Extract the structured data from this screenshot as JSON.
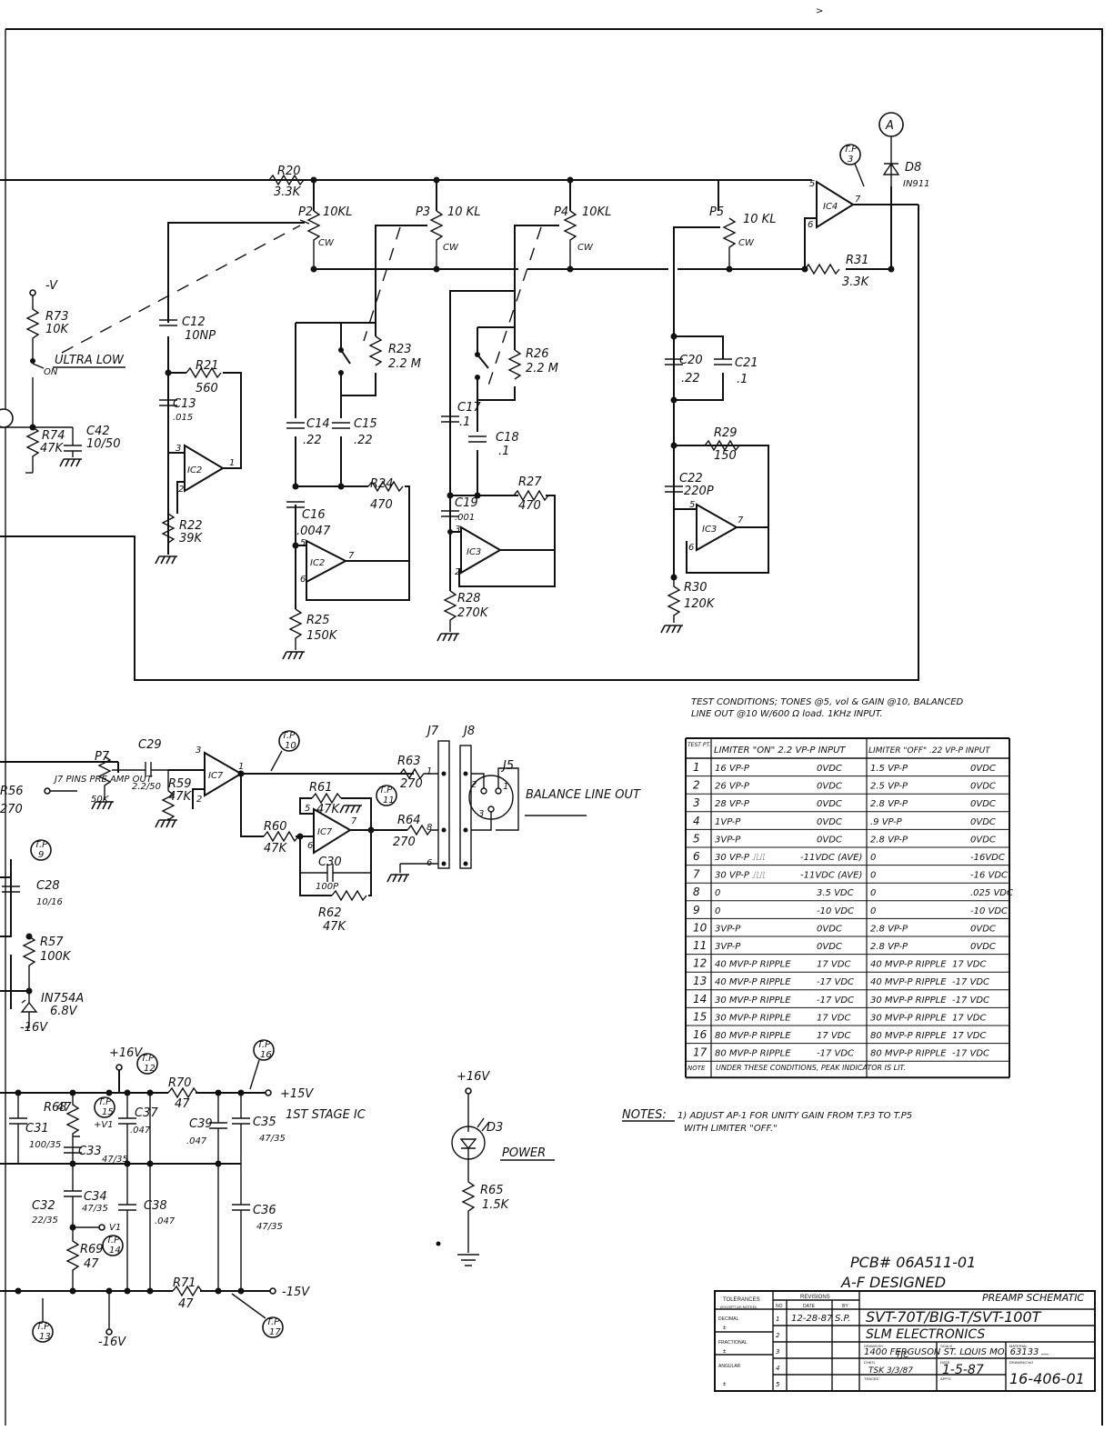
{
  "sheet": {
    "page_marker": ">",
    "node_marker": "A"
  },
  "components": {
    "r20": [
      "R20",
      "3.3K"
    ],
    "p2": [
      "P2",
      "10KL",
      "CW"
    ],
    "p3": [
      "P3",
      "10 KL",
      "CW"
    ],
    "p4": [
      "P4",
      "10KL",
      "CW"
    ],
    "p5": [
      "P5",
      "10 KL",
      "CW"
    ],
    "ic4": "IC4",
    "d8": [
      "D8",
      "IN911"
    ],
    "r31": [
      "R31",
      "3.3K"
    ],
    "r73": [
      "R73",
      "10K"
    ],
    "neg_v": "-V",
    "ultra_low": "ULTRA LOW",
    "on": "ON",
    "c12": [
      "C12",
      "10NP"
    ],
    "r21": [
      "R21",
      "560"
    ],
    "c13": [
      "C13",
      ".015"
    ],
    "ic2": "IC2",
    "r22": [
      "R22",
      "39K"
    ],
    "r74": [
      "R74",
      "47K"
    ],
    "c42": [
      "C42",
      "10/50"
    ],
    "r23": [
      "R23",
      "2.2 M"
    ],
    "c14": [
      "C14",
      ".22"
    ],
    "c15": [
      "C15",
      ".22"
    ],
    "r24": [
      "R24",
      "470"
    ],
    "c16": [
      "C16",
      ".0047"
    ],
    "ic2b": "IC2",
    "r25": [
      "R25",
      "150K"
    ],
    "r26": [
      "R26",
      "2.2 M"
    ],
    "c17": [
      "C17",
      ".1"
    ],
    "c18": [
      "C18",
      ".1"
    ],
    "r27": [
      "R27",
      "470"
    ],
    "c19": [
      "C19",
      ".001"
    ],
    "ic3": "IC3",
    "r28": [
      "R28",
      "270K"
    ],
    "c20": [
      "C20",
      ".22"
    ],
    "c21": [
      "C21",
      ".1"
    ],
    "r29": [
      "R29",
      "150"
    ],
    "c22": [
      "C22",
      "220P"
    ],
    "ic3b": "IC3",
    "r30": [
      "R30",
      "120K"
    ],
    "p7": [
      "P7",
      "50K"
    ],
    "c29": [
      "C29",
      "2.2/50"
    ],
    "r59": [
      "R59",
      "47K"
    ],
    "j7_pins": "J7 PINS PRE AMP OUT",
    "ic7": "IC7",
    "r61": [
      "R61",
      "47K"
    ],
    "r60": [
      "R60",
      "47K"
    ],
    "ic7b": "IC7",
    "c30": [
      "C30",
      "100P"
    ],
    "r62": [
      "R62",
      "47K"
    ],
    "r63": [
      "R63",
      "270"
    ],
    "r64": [
      "R64",
      "270"
    ],
    "j7": "J7",
    "j8": "J8",
    "j5": "J5",
    "balance_out": "BALANCE LINE OUT",
    "r56_partial": "R56",
    "r_270_partial": "270",
    "c28": [
      "C28",
      "10/16"
    ],
    "r57": [
      "R57",
      "100K"
    ],
    "d_zener": [
      "IN754A",
      "6.8V"
    ],
    "neg16_a": "-16V",
    "plus16v": "+16V",
    "r68": [
      "R68",
      "47"
    ],
    "c31": [
      "C31",
      "100/35"
    ],
    "c33": [
      "C33",
      "47/35"
    ],
    "c37": [
      "C37",
      ".047"
    ],
    "r70": [
      "R70",
      "47"
    ],
    "c39": [
      "C39",
      ".047"
    ],
    "c35": [
      "C35",
      "47/35"
    ],
    "plus15v": "+15V",
    "first_stage": "1ST STAGE IC",
    "plus_v1": "+V1",
    "c34": [
      "C34",
      "47/35"
    ],
    "c32": [
      "C32",
      "22/35"
    ],
    "v1": "V1",
    "c38": [
      "C38",
      ".047"
    ],
    "c36": [
      "C36",
      "47/35"
    ],
    "r69": [
      "R69",
      "47"
    ],
    "r71": [
      "R71",
      "47"
    ],
    "minus15v": "-15V",
    "minus16v": "-16V",
    "d3_supply": "+16V",
    "d3": "D3",
    "power": "POWER",
    "r65": [
      "R65",
      "1.5K"
    ]
  },
  "test_points": [
    {
      "id": "tp3",
      "label": "T.P",
      "num": "3"
    },
    {
      "id": "tp9",
      "label": "T.P",
      "num": "9"
    },
    {
      "id": "tp10",
      "label": "T.P",
      "num": "10"
    },
    {
      "id": "tp11",
      "label": "T.P",
      "num": "11"
    },
    {
      "id": "tp12",
      "label": "T.P",
      "num": "12"
    },
    {
      "id": "tp13",
      "label": "T.P",
      "num": "13"
    },
    {
      "id": "tp14",
      "label": "T.P",
      "num": "14"
    },
    {
      "id": "tp15",
      "label": "T.P",
      "num": "15"
    },
    {
      "id": "tp16",
      "label": "T.P",
      "num": "16"
    },
    {
      "id": "tp17",
      "label": "T.P",
      "num": "17"
    }
  ],
  "test_conditions": {
    "line1": "TEST CONDITIONS; TONES @5, vol & GAIN @10, BALANCED",
    "line2": "LINE OUT @10 W/600 Ω load. 1KHz INPUT."
  },
  "test_table": {
    "headers": [
      "TEST PT.",
      "LIMITER \"ON\" 2.2 VP-P INPUT",
      "LIMITER \"OFF\" .22 VP-P INPUT"
    ],
    "rows": [
      [
        "1",
        "16 VP-P",
        "0VDC",
        "1.5 VP-P",
        "0VDC"
      ],
      [
        "2",
        "26 VP-P",
        "0VDC",
        "2.5 VP-P",
        "0VDC"
      ],
      [
        "3",
        "28 VP-P",
        "0VDC",
        "2.8 VP-P",
        "0VDC"
      ],
      [
        "4",
        "1VP-P",
        "0VDC",
        ".9 VP-P",
        "0VDC"
      ],
      [
        "5",
        "3VP-P",
        "0VDC",
        "2.8 VP-P",
        "0VDC"
      ],
      [
        "6",
        "30 VP-P ⎍⎍",
        "-11VDC (AVE)",
        "0",
        "-16VDC"
      ],
      [
        "7",
        "30 VP-P ⎍⎍",
        "-11VDC (AVE)",
        "0",
        "-16 VDC"
      ],
      [
        "8",
        "0",
        "3.5 VDC",
        "0",
        ".025 VDC"
      ],
      [
        "9",
        "0",
        "-10 VDC",
        "0",
        "-10 VDC"
      ],
      [
        "10",
        "3VP-P",
        "0VDC",
        "2.8 VP-P",
        "0VDC"
      ],
      [
        "11",
        "3VP-P",
        "0VDC",
        "2.8 VP-P",
        "0VDC"
      ],
      [
        "12",
        "40 MVP-P RIPPLE",
        "17 VDC",
        "40 MVP-P RIPPLE",
        "17 VDC"
      ],
      [
        "13",
        "40 MVP-P RIPPLE",
        "-17 VDC",
        "40 MVP-P RIPPLE",
        "-17 VDC"
      ],
      [
        "14",
        "30 MVP-P RIPPLE",
        "-17 VDC",
        "30 MVP-P RIPPLE",
        "-17 VDC"
      ],
      [
        "15",
        "30 MVP-P RIPPLE",
        "17 VDC",
        "30 MVP-P RIPPLE",
        "17 VDC"
      ],
      [
        "16",
        "80 MVP-P RIPPLE",
        "17 VDC",
        "80 MVP-P RIPPLE",
        "17 VDC"
      ],
      [
        "17",
        "80 MVP-P RIPPLE",
        "-17 VDC",
        "80 MVP-P RIPPLE",
        "-17 VDC"
      ]
    ],
    "note_label": "NOTE",
    "note_text": "UNDER THESE CONDITIONS, PEAK INDICATOR IS LIT."
  },
  "notes": {
    "label": "NOTES:",
    "line1": "1) ADJUST AP-1 FOR UNITY GAIN FROM T.P3 TO T.P5",
    "line2": "WITH LIMITER \"OFF.\""
  },
  "pcb": {
    "number": "PCB# 06A511-01",
    "designed": "A-F DESIGNED"
  },
  "title_block": {
    "tolerances": "TOLERANCES",
    "except": "(EXCEPT AS NOTED)",
    "decimal": "DECIMAL",
    "fractional": "FRACTIONAL",
    "angular": "ANGULAR",
    "pm": "±",
    "revisions": "REVISIONS",
    "rev_no": "NO",
    "rev_date": "DATE",
    "rev_by": "BY",
    "rev_rows": [
      [
        "1",
        "12-28-87",
        "S.P."
      ],
      [
        "2",
        "",
        ""
      ],
      [
        "3",
        "",
        ""
      ],
      [
        "4",
        "",
        ""
      ],
      [
        "5",
        "",
        ""
      ]
    ],
    "title_small": "PREAMP SCHEMATIC",
    "title_main": "SVT-70T/BIG-T/SVT-100T",
    "company": "SLM ELECTRONICS",
    "address": "1400 FERGUSON ST. LOUIS MO. 63133",
    "drawn_by_label": "DRAWN BY",
    "drawn_by": "TJC",
    "scale_label": "SCALE",
    "scale": "—",
    "material_label": "MATERIAL",
    "material": "—",
    "chkd_label": "CHK'D",
    "chkd": "TSK 3/3/87",
    "date_label": "DATE",
    "date": "1-5-87",
    "traced_label": "TRACED",
    "appd_label": "APP'D",
    "drawing_no_label": "DRAWING NO",
    "drawing_no": "16-406-01"
  }
}
